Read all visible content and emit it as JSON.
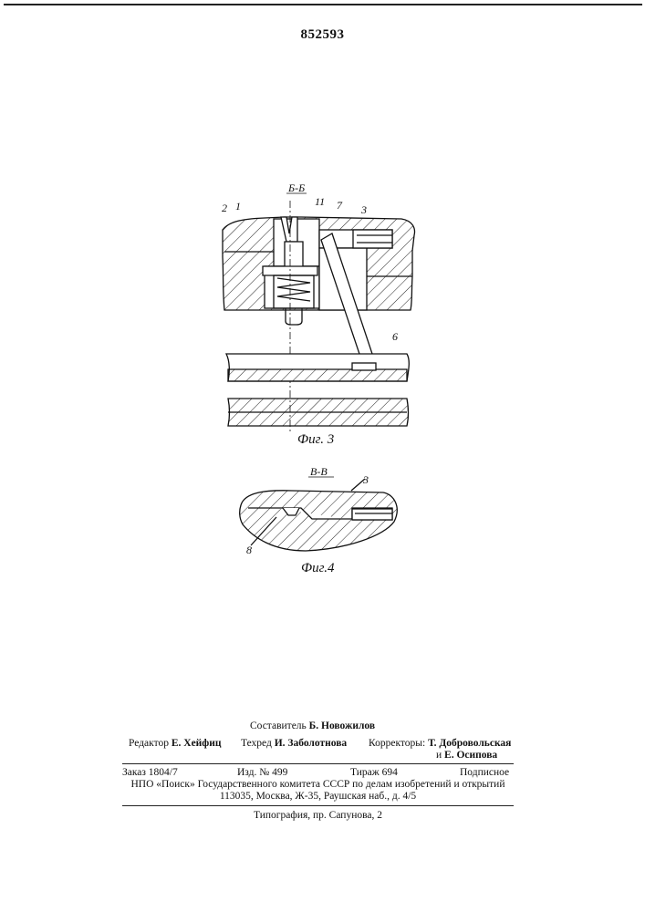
{
  "header": {
    "patent_number": "852593"
  },
  "figure3": {
    "section_label": "Б-Б",
    "callouts": [
      "2",
      "1",
      "11",
      "7",
      "3",
      "6"
    ],
    "caption": "Фиг. 3"
  },
  "figure4": {
    "section_label": "В-В",
    "callouts": [
      "3",
      "8"
    ],
    "caption": "Фиг.4"
  },
  "imprint": {
    "compiler_prefix": "Составитель",
    "compiler_name": "Б. Новожилов",
    "editor_prefix": "Редактор",
    "editor_name": "Е. Хейфиц",
    "techred_prefix": "Техред",
    "techred_name": "И. Заболотнова",
    "correctors_prefix": "Корректоры:",
    "corrector_1": "Т. Добровольская",
    "corrector_2_prefix": "и",
    "corrector_2": "Е. Осипова",
    "order": "Заказ 1804/7",
    "edition": "Изд. № 499",
    "print_run": "Тираж 694",
    "subscription": "Подписное",
    "org_line": "НПО «Поиск» Государственного комитета СССР по делам изобретений и открытий",
    "address": "113035, Москва, Ж-35, Раушская наб., д. 4/5",
    "printing": "Типография, пр. Сапунова, 2"
  }
}
